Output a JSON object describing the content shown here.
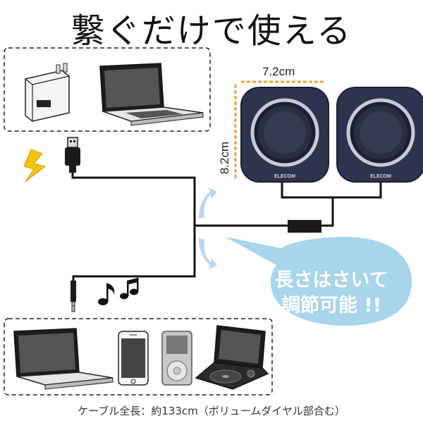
{
  "title": "繋ぐだけで使える",
  "dimensions": {
    "width": "7.2cm",
    "height": "8.2cm"
  },
  "speaker_brand": "ELECOM",
  "bubble": {
    "line1": "長さはさいて",
    "line2": "調節可能 !!"
  },
  "footer": "ケーブル全長：約133cm（ボリュームダイヤル部合む）",
  "colors": {
    "speaker_body": "#2e3450",
    "dimension_line": "#f0a030",
    "bubble": "#a8d4ec",
    "lightning": "#f5c400"
  }
}
